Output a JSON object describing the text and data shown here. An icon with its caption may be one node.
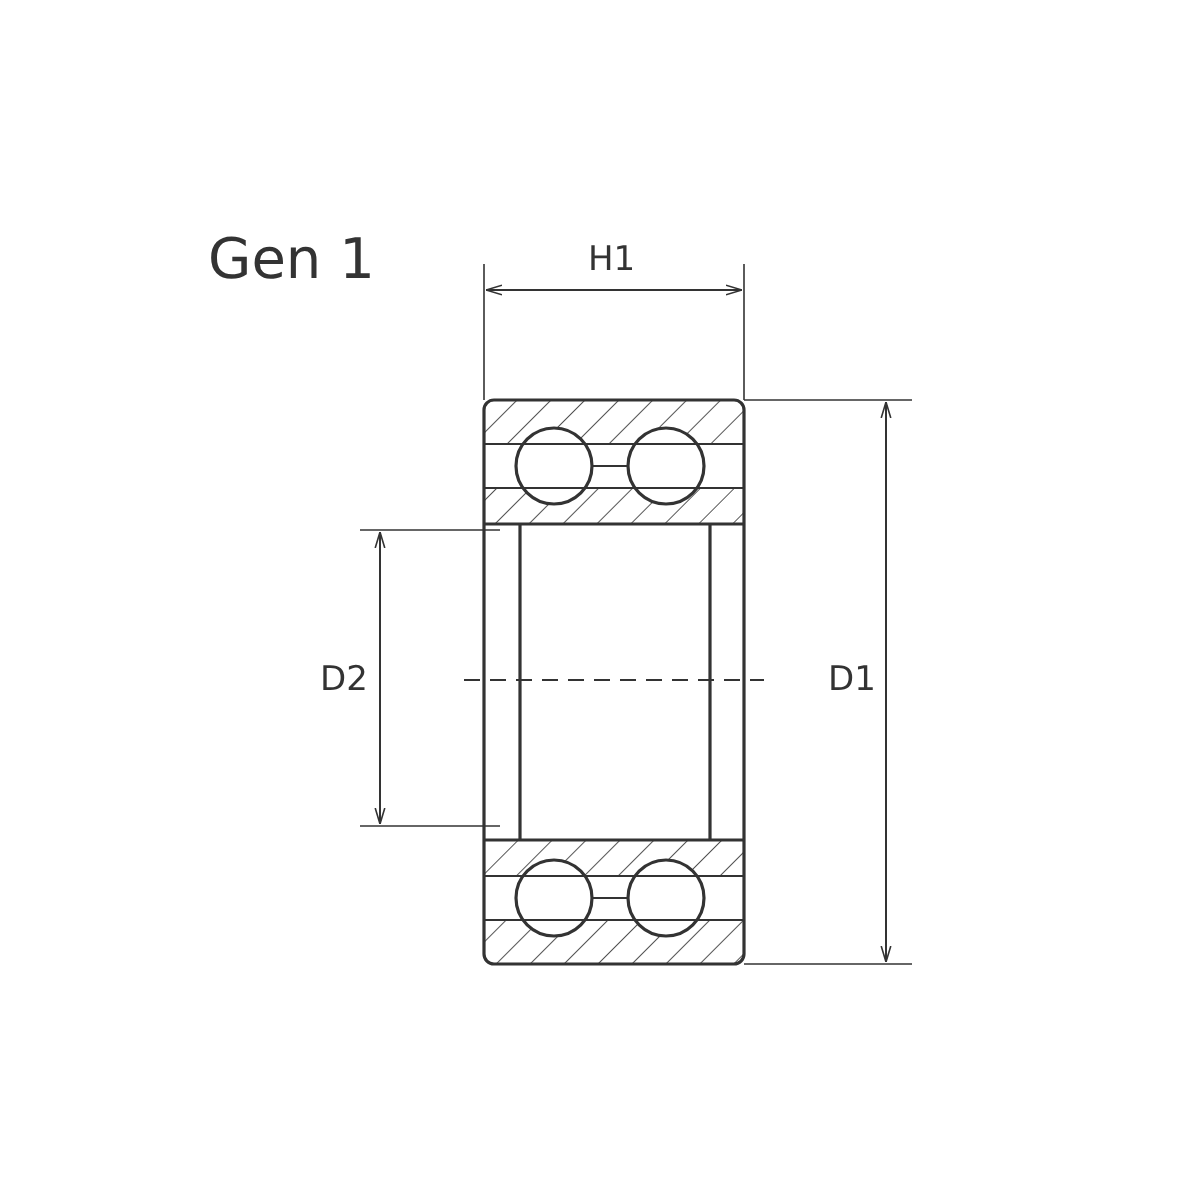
{
  "diagram": {
    "title": "Gen 1",
    "labels": [
      "H1",
      "D2",
      "D1"
    ]
  }
}
